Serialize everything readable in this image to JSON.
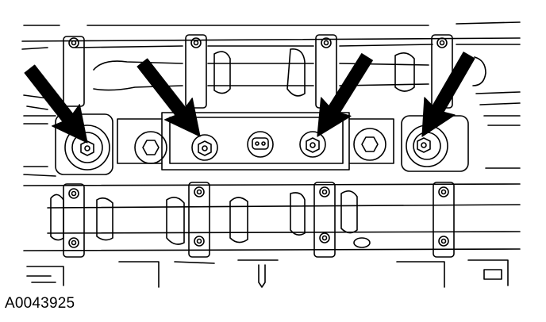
{
  "figure": {
    "id_label": "A0043925",
    "line_color": "#000000",
    "background": "#ffffff"
  },
  "callouts": {
    "count": 4,
    "target": "bolt",
    "icon": "arrow-icon"
  }
}
